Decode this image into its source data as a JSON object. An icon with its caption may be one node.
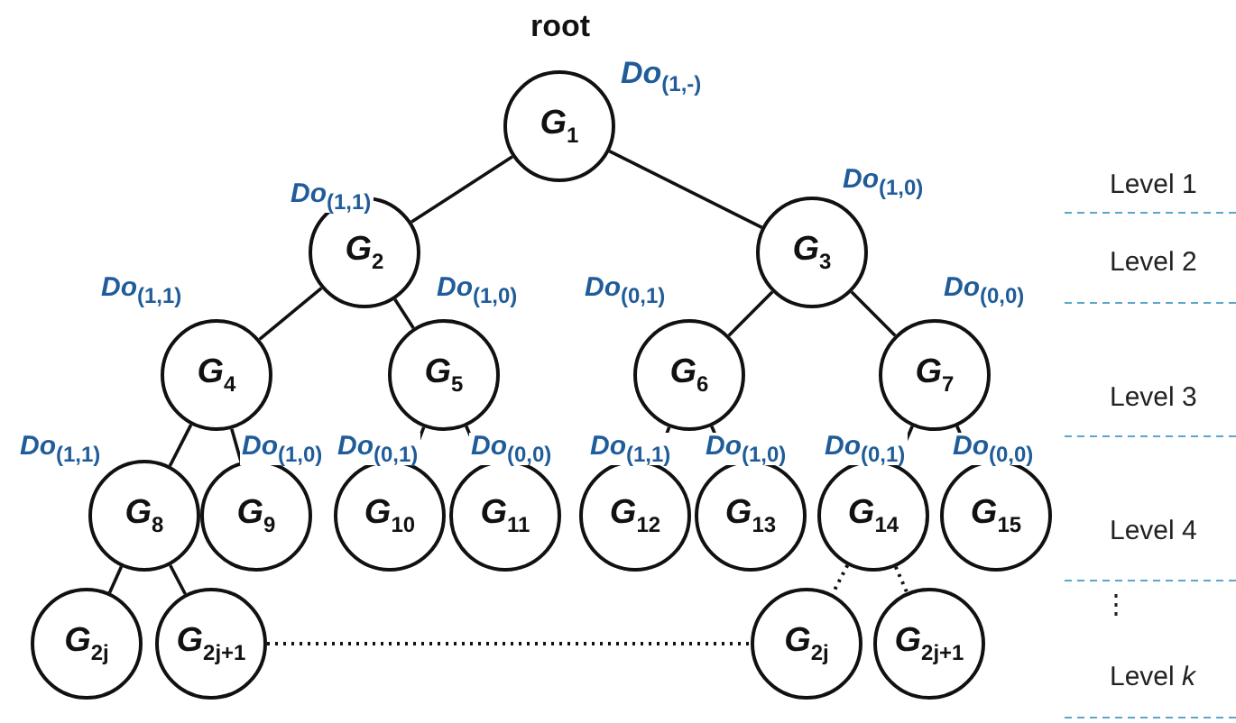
{
  "diagram": {
    "nodes": [
      {
        "text": [
          "G$_{1}$"
        ],
        "beside": [
          "root",
          "Do$_{(1,-)}$"
        ]
      },
      {
        "text": [
          "G$_{2}$"
        ]
      },
      {
        "text": [
          "G$_{3}$"
        ]
      },
      {
        "text": [
          "G$_{4}$"
        ]
      },
      {
        "text": [
          "G$_{5}$"
        ]
      },
      {
        "text": [
          "G$_{6}$"
        ]
      },
      {
        "text": [
          "G$_{7}$"
        ]
      },
      {
        "text": [
          "G$_{8}$"
        ]
      },
      {
        "text": [
          "G$_{9}$"
        ]
      },
      {
        "text": [
          "G$_{10}$"
        ]
      },
      {
        "text": [
          "G$_{11}$"
        ]
      },
      {
        "text": [
          "G$_{12}$"
        ]
      },
      {
        "text": [
          "G$_{13}$"
        ]
      },
      {
        "text": [
          "G$_{14}$"
        ]
      },
      {
        "text": [
          "G$_{15}$"
        ]
      },
      {
        "text": [
          "G$_{2j}$"
        ]
      },
      {
        "text": [
          "G$_{2j+1}$"
        ]
      },
      {
        "text": [
          "G$_{2j}$"
        ]
      },
      {
        "text": [
          "G$_{2j+1}$"
        ]
      }
    ],
    "edges": [
      {
        "from": 0,
        "to": 1,
        "arrow": "none",
        "label": "Do$_{(1,1)}$"
      },
      {
        "from": 0,
        "to": 2,
        "arrow": "none",
        "label": "Do$_{(1,0)}$"
      },
      {
        "from": 1,
        "to": 3,
        "arrow": "none",
        "label": "Do$_{(1,1)}$"
      },
      {
        "from": 1,
        "to": 4,
        "arrow": "none",
        "label": "Do$_{(1,0)}$"
      },
      {
        "from": 2,
        "to": 5,
        "arrow": "none",
        "label": "Do$_{(0,1)}$"
      },
      {
        "from": 2,
        "to": 6,
        "arrow": "none",
        "label": "Do$_{(0,0)}$"
      },
      {
        "from": 3,
        "to": 7,
        "arrow": "none",
        "label": "Do$_{(1,1)}$"
      },
      {
        "from": 3,
        "to": 8,
        "arrow": "none",
        "label": "Do$_{(1,0)}$"
      },
      {
        "from": 4,
        "to": 9,
        "arrow": "none",
        "label": "Do$_{(0,1)}$"
      },
      {
        "from": 4,
        "to": 10,
        "arrow": "none",
        "label": "Do$_{(0,0)}$"
      },
      {
        "from": 5,
        "to": 11,
        "arrow": "none",
        "label": "Do$_{(1,1)}$"
      },
      {
        "from": 5,
        "to": 12,
        "arrow": "none",
        "label": "Do$_{(1,0)}$"
      },
      {
        "from": 6,
        "to": 13,
        "arrow": "none",
        "label": "Do$_{(0,1)}$"
      },
      {
        "from": 6,
        "to": 14,
        "arrow": "none",
        "label": "Do$_{(0,0)}$"
      },
      {
        "from": 7,
        "to": 15,
        "arrow": "none"
      },
      {
        "from": 7,
        "to": 16,
        "arrow": "none"
      },
      {
        "from": 13,
        "to": 17,
        "arrow": "none",
        "style": "dashed"
      },
      {
        "from": 13,
        "to": 18,
        "arrow": "none",
        "style": "dashed"
      },
      {
        "from": 16,
        "to": 17,
        "arrow": "none",
        "style": "dashed"
      }
    ],
    "labels": [
      "Level 1",
      "Level 2",
      "Level 3",
      "Level 4",
      "⋮",
      "Level *k*"
    ]
  }
}
